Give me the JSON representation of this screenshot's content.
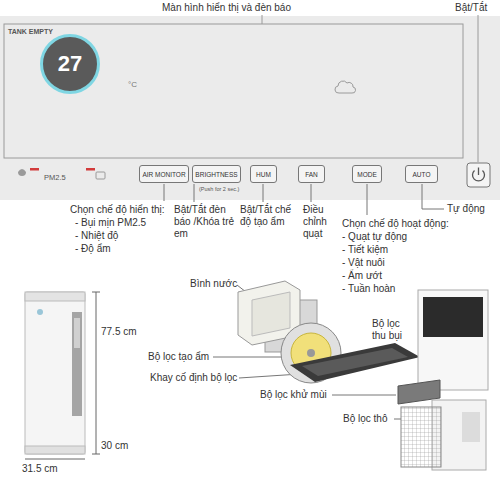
{
  "diagram": {
    "nodes": [
      {
        "text": [
          "TANK EMPTY"
        ]
      },
      {
        "text": [
          "27"
        ],
        "in": 0
      },
      {
        "text": [
          "AIR MONITOR"
        ],
        "in": 0
      },
      {
        "text": [
          "BRIGHTNESS"
        ],
        "in": 0
      },
      {
        "text": [
          "HUM"
        ],
        "in": 0
      },
      {
        "text": [
          "FAN"
        ],
        "in": 0
      },
      {
        "text": [
          "MODE"
        ],
        "in": 0
      },
      {
        "text": [
          "AUTO"
        ],
        "in": 0
      }
    ],
    "labels": [
      "Màn hình hiển thị và đèn báo",
      "Bật/Tắt",
      "PM2.5",
      "(Push for 2 sec.)",
      "Chọn chế độ hiển thị:",
      "- Bụi mịn PM2.5",
      "- Nhiệt độ",
      "- Độ ẩm",
      "Bật/Tắt đèn báo /Khóa trẻ em",
      "Bật/Tắt chế độ tạo ẩm",
      "Điều chỉnh quạt",
      "Chọn chế độ hoạt động:",
      "- Quạt tự động",
      "- Tiết kiệm",
      "- Vật nuôi",
      "- Ẩm ướt",
      "- Tuần hoàn",
      "Tự động",
      "Bình nước",
      "Bộ lọc thu bụi",
      "Bộ lọc tạo ẩm",
      "Khay cố định bộ lọc",
      "Bộ lọc khử mùi",
      "Bộ lọc thô",
      "77.5 cm",
      "31.5 cm",
      "30 cm",
      "°C"
    ]
  }
}
